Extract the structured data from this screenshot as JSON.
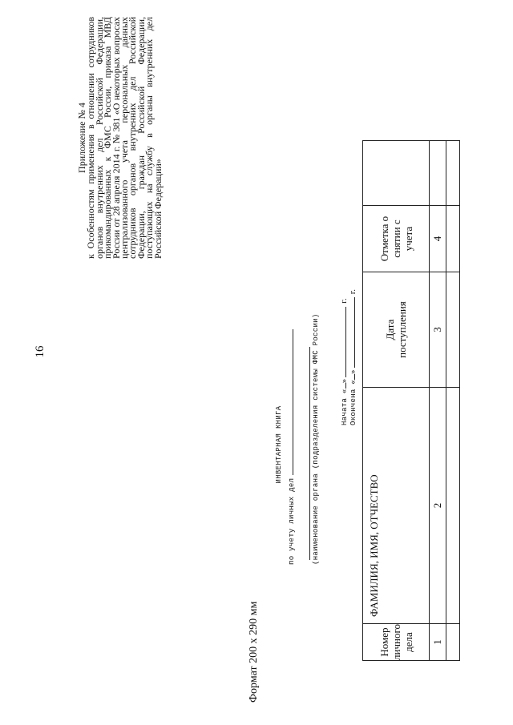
{
  "page": {
    "number": "16"
  },
  "appendix": {
    "title": "Приложение № 4",
    "body": "к Особенностям применения в отношении сотрудников органов внутренних дел Российской Федерации, прикомандированных к ФМС России, приказа МВД России от 28 апреля 2014 г. № 381 «О некоторых вопросах централизованного учета персональных данных сотрудников органов внутренних дел Российской Федерации, граждан Российской Федерации, поступающих на службу в органы внутренних дел Российской Федерации»"
  },
  "format": {
    "label": "Формат 200 х 290 мм"
  },
  "form": {
    "title": "ИНВЕНТАРНАЯ КНИГА",
    "subtitle": "по учету личных дел",
    "org_caption": "(наименование органа (подразделения системы ФМС России)",
    "start_label": "Начата «",
    "end_label": "Окончена «",
    "quote_close": "»",
    "year_suffix": "г."
  },
  "table": {
    "headers": [
      [
        "Номер",
        "личного",
        "дела"
      ],
      "ФАМИЛИЯ, ИМЯ, ОТЧЕСТВО",
      [
        "Дата",
        "поступления"
      ],
      [
        "Отметка о",
        "снятии с",
        "учета"
      ]
    ],
    "numbers": [
      "1",
      "2",
      "3",
      "4"
    ]
  }
}
